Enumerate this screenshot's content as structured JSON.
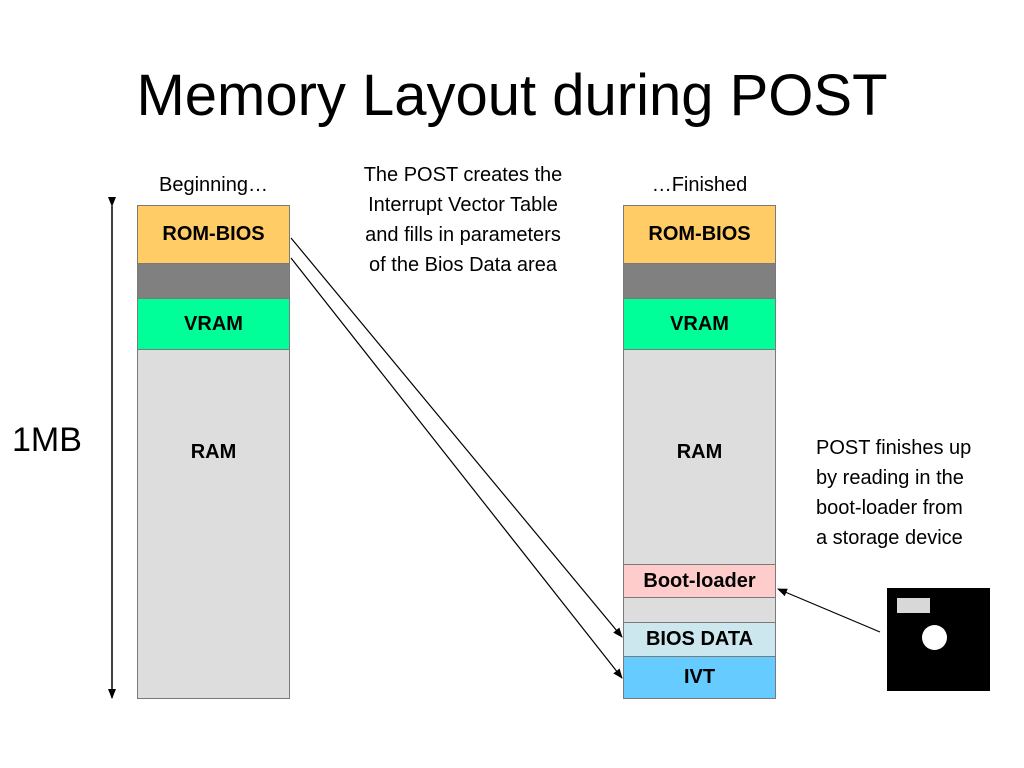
{
  "slide": {
    "title": "Memory Layout during POST"
  },
  "left_column": {
    "heading": "Beginning…",
    "blocks": {
      "rom_bios": "ROM-BIOS",
      "vram": "VRAM",
      "ram": "RAM"
    }
  },
  "right_column": {
    "heading": "…Finished",
    "blocks": {
      "rom_bios": "ROM-BIOS",
      "vram": "VRAM",
      "ram": "RAM",
      "boot_loader": "Boot-loader",
      "bios_data": "BIOS DATA",
      "ivt": "IVT"
    }
  },
  "size_label": "1MB",
  "notes": {
    "post_creates": [
      "The POST creates the",
      "Interrupt Vector Table",
      "and fills in parameters",
      "of the Bios Data area"
    ],
    "post_finishes": [
      "POST finishes up",
      "by reading in the",
      "boot-loader from",
      "a storage device"
    ]
  },
  "colors": {
    "rom_bios": "#ffcc66",
    "reserved_gap": "#808080",
    "vram": "#00ff99",
    "ram": "#dddddd",
    "boot_loader": "#ffcccc",
    "bios_data": "#cce8ee",
    "ivt": "#66ccff",
    "floppy": "#000000"
  },
  "icons": {
    "storage_device": "floppy-disk-icon"
  }
}
